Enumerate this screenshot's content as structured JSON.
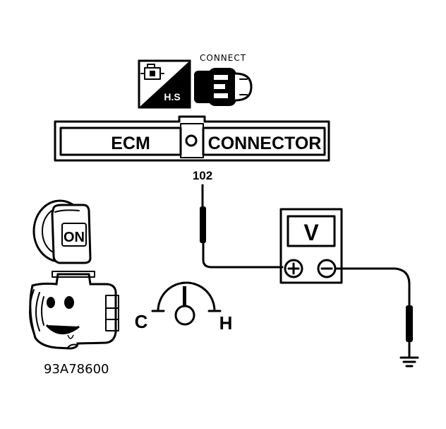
{
  "badges": {
    "hs_label": "H.S",
    "connect_label": "CONNECT"
  },
  "connector": {
    "left_label": "ECM",
    "right_label": "CONNECTOR",
    "pin": "102"
  },
  "ignition": {
    "key_label": "ON"
  },
  "temperature": {
    "cold_label": "C",
    "hot_label": "H"
  },
  "meter": {
    "label": "V",
    "plus_symbol": "+",
    "minus_symbol": "−"
  },
  "figure_id": "93A78600"
}
